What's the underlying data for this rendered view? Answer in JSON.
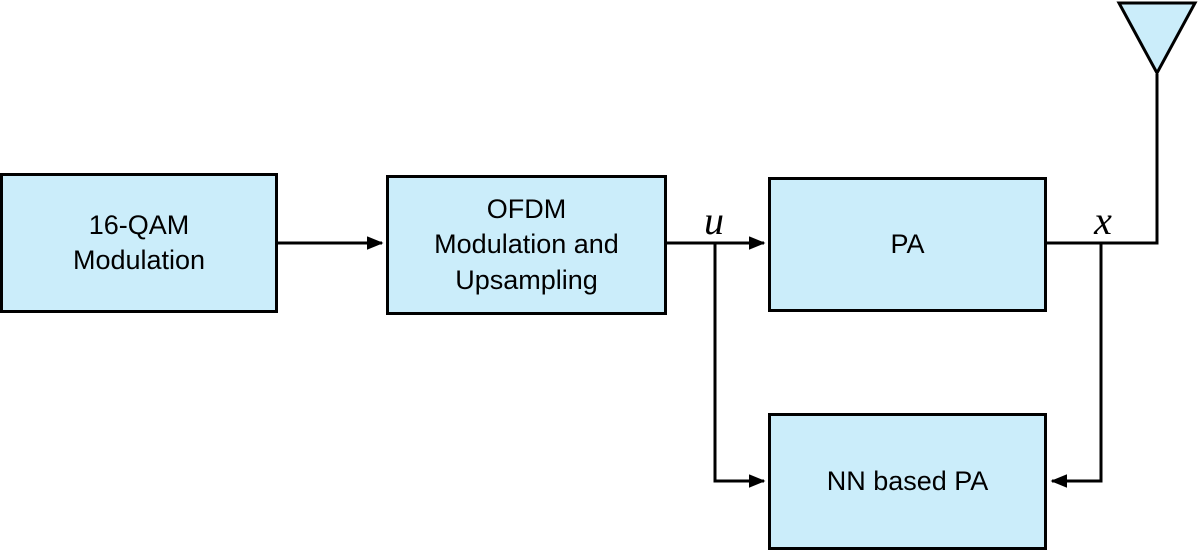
{
  "diagram": {
    "type": "block-diagram",
    "background": "#ffffff",
    "colors": {
      "block_fill": "#cbedfa",
      "block_stroke": "#000000",
      "connector": "#000000",
      "text": "#000000"
    },
    "blocks": [
      {
        "id": "qam",
        "label": "16-QAM\nModulation"
      },
      {
        "id": "ofdm",
        "label": "OFDM\nModulation and\nUpsampling"
      },
      {
        "id": "pa",
        "label": "PA"
      },
      {
        "id": "nnpa",
        "label": "NN based PA"
      }
    ],
    "signals": {
      "u": "u",
      "x": "x"
    },
    "antenna": {
      "icon": "antenna-icon",
      "meaning": "transmit antenna"
    },
    "edges": [
      {
        "from": "qam",
        "to": "ofdm",
        "label": ""
      },
      {
        "from": "ofdm",
        "to": "pa",
        "label": "u"
      },
      {
        "from": "ofdm",
        "to": "nnpa",
        "label": "u"
      },
      {
        "from": "pa",
        "to": "antenna",
        "label": "x"
      },
      {
        "from": "pa",
        "to": "nnpa",
        "label": "x"
      }
    ]
  }
}
